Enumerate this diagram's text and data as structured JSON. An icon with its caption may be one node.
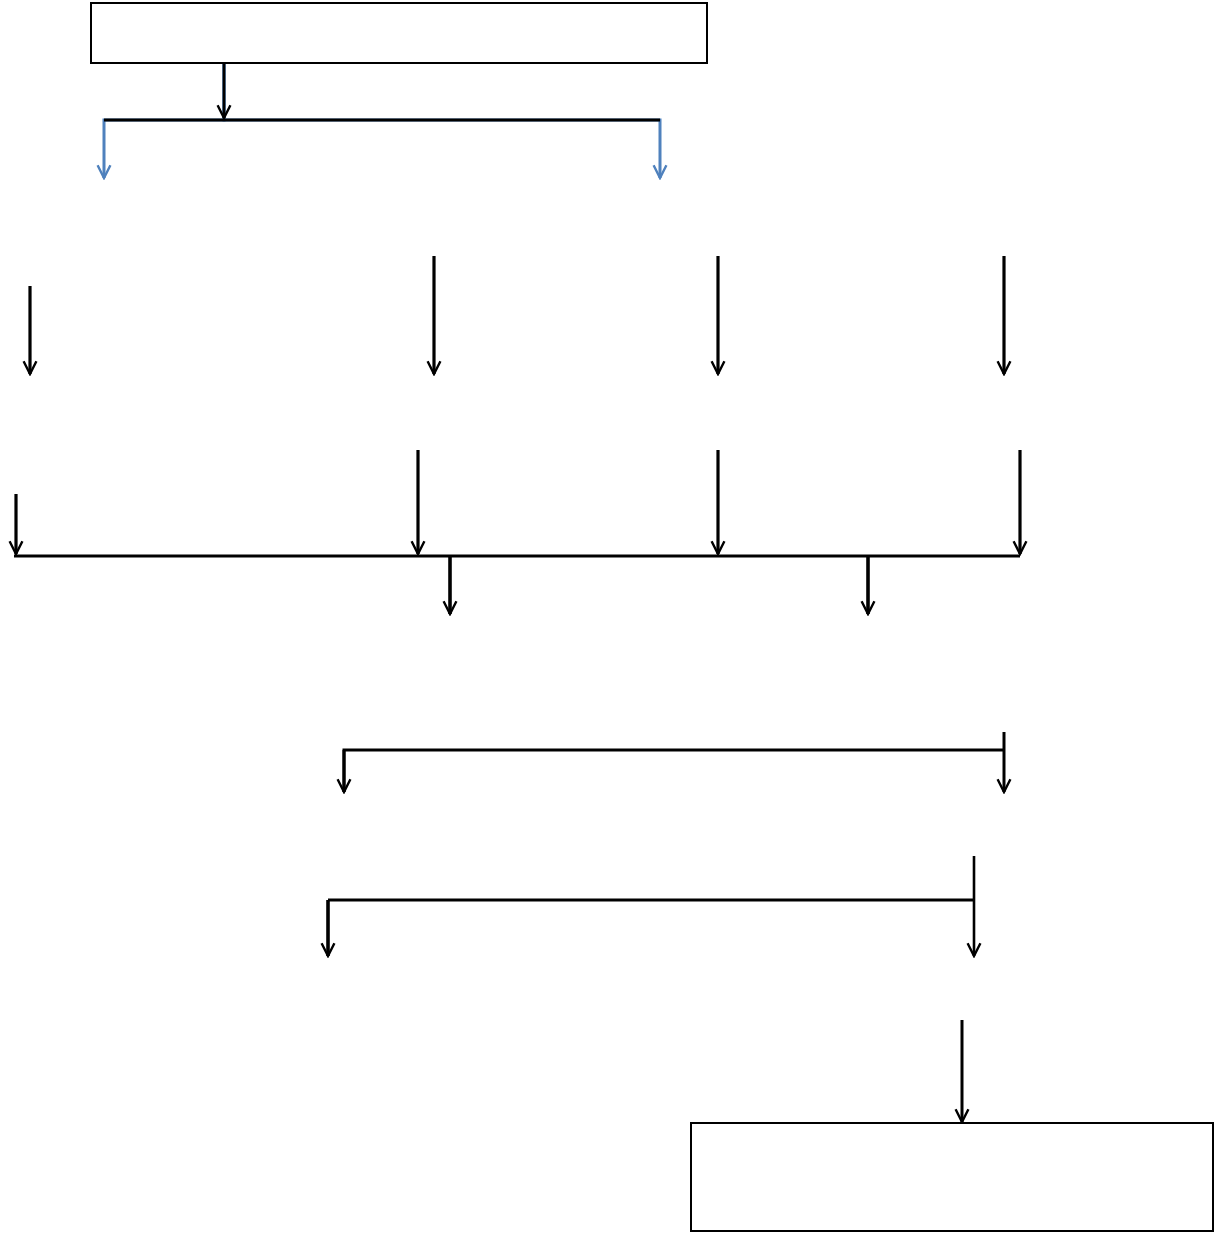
{
  "diagram": {
    "nodes": [
      {
        "text": [],
        "shape": "box"
      },
      {
        "text": [],
        "shape": "box"
      }
    ],
    "edges": [
      {
        "from": 0,
        "to": null,
        "arrow": "to",
        "color": "#4f81bd"
      },
      {
        "from": 0,
        "to": null,
        "arrow": "to",
        "color": "#4f81bd"
      },
      {
        "from": null,
        "to": 1,
        "arrow": "to",
        "color": "#000000"
      }
    ]
  }
}
